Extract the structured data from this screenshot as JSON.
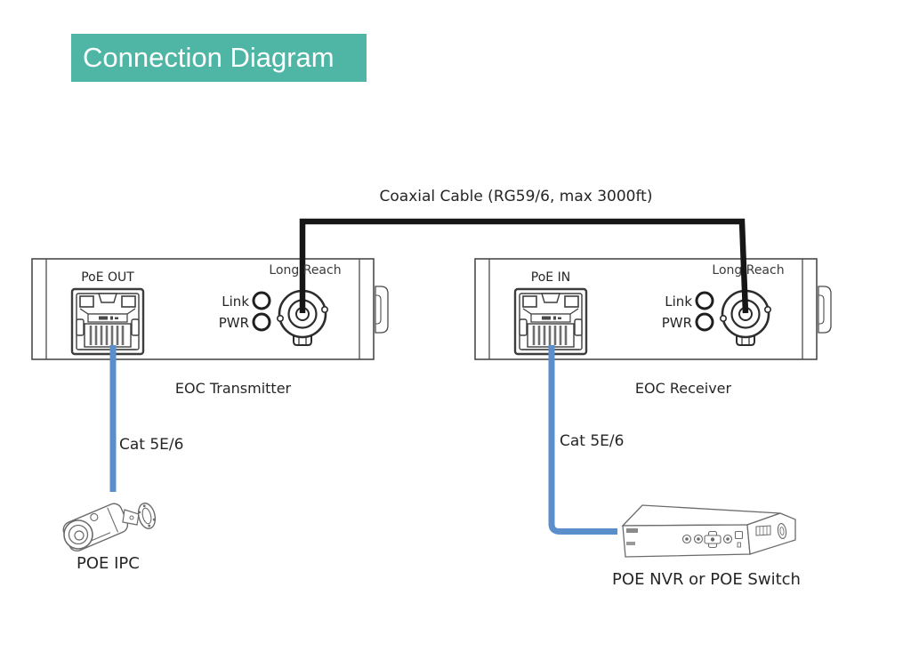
{
  "title": "Connection Diagram",
  "colors": {
    "accent_teal": "#4fb6a6",
    "cable_blue": "#5b8fcb",
    "cable_black": "#161616",
    "device_line": "#4a4a4a",
    "drawing_line": "#6b6b6b",
    "text": "#262626"
  },
  "coax": {
    "label": "Coaxial Cable (RG59/6, max 3000ft)"
  },
  "transmitter": {
    "name": "EOC Transmitter",
    "port_label": "PoE OUT",
    "link_label": "Link",
    "pwr_label": "PWR",
    "bnc_label": "Long Reach",
    "cable_label": "Cat 5E/6",
    "endpoint_label": "POE IPC"
  },
  "receiver": {
    "name": "EOC Receiver",
    "port_label": "PoE IN",
    "link_label": "Link",
    "pwr_label": "PWR",
    "bnc_label": "Long Reach",
    "cable_label": "Cat 5E/6",
    "endpoint_label": "POE NVR or POE Switch"
  }
}
